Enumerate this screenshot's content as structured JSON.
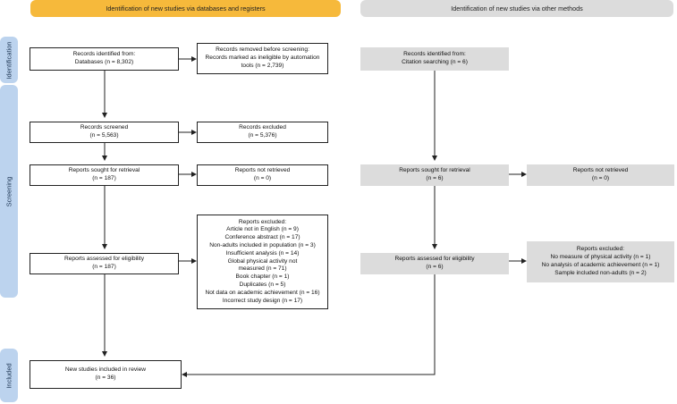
{
  "headers": {
    "left": "Identification of new studies via databases and registers",
    "right": "Identification of new studies via other methods"
  },
  "side_labels": {
    "identification": "Identification",
    "screening": "Screening",
    "included": "Included"
  },
  "boxes": {
    "records_identified": [
      "Records identified from:",
      "Databases (n = 8,302)"
    ],
    "records_removed": [
      "Records removed before screening:",
      "Records marked as ineligible by automation",
      "tools (n = 2,739)"
    ],
    "records_screened": [
      "Records screened",
      "(n = 5,563)"
    ],
    "records_excluded": [
      "Records excluded",
      "(n = 5,376)"
    ],
    "reports_sought": [
      "Reports sought for retrieval",
      "(n = 187)"
    ],
    "reports_not_retrieved": [
      "Reports not retrieved",
      "(n = 0)"
    ],
    "reports_assessed": [
      "Reports assessed for eligibility",
      "(n = 187)"
    ],
    "reports_excluded": [
      "Reports excluded:",
      "Article not in English (n = 9)",
      "Conference abstract (n = 17)",
      "Non-adults included in population (n = 3)",
      "Insufficient analysis (n = 14)",
      "Global physical activity not",
      "measured (n = 71)",
      "Book chapter (n = 1)",
      "Duplicates (n = 5)",
      "Not data on academic achievement (n = 16)",
      "Incorrect study design (n = 17)"
    ],
    "studies_included": [
      "New studies included in review",
      "(n = 36)"
    ],
    "other_identified": [
      "Records identified from:",
      "Citation searching (n = 6)"
    ],
    "other_sought": [
      "Reports sought for retrieval",
      "(n = 6)"
    ],
    "other_not_retrieved": [
      "Reports not retrieved",
      "(n = 0)"
    ],
    "other_assessed": [
      "Reports assessed for eligibility",
      "(n = 6)"
    ],
    "other_excluded": [
      "Reports excluded:",
      "No measure of physical activity (n = 1)",
      "No analysis of academic achievement (n = 1)",
      "Sample included non-adults (n = 2)"
    ]
  },
  "colors": {
    "left_header": "#f6b93b",
    "right_header": "#dcdcdc",
    "side_labels": "#bcd3ee",
    "other_boxes": "#dcdcdc",
    "arrows": "#222222"
  }
}
